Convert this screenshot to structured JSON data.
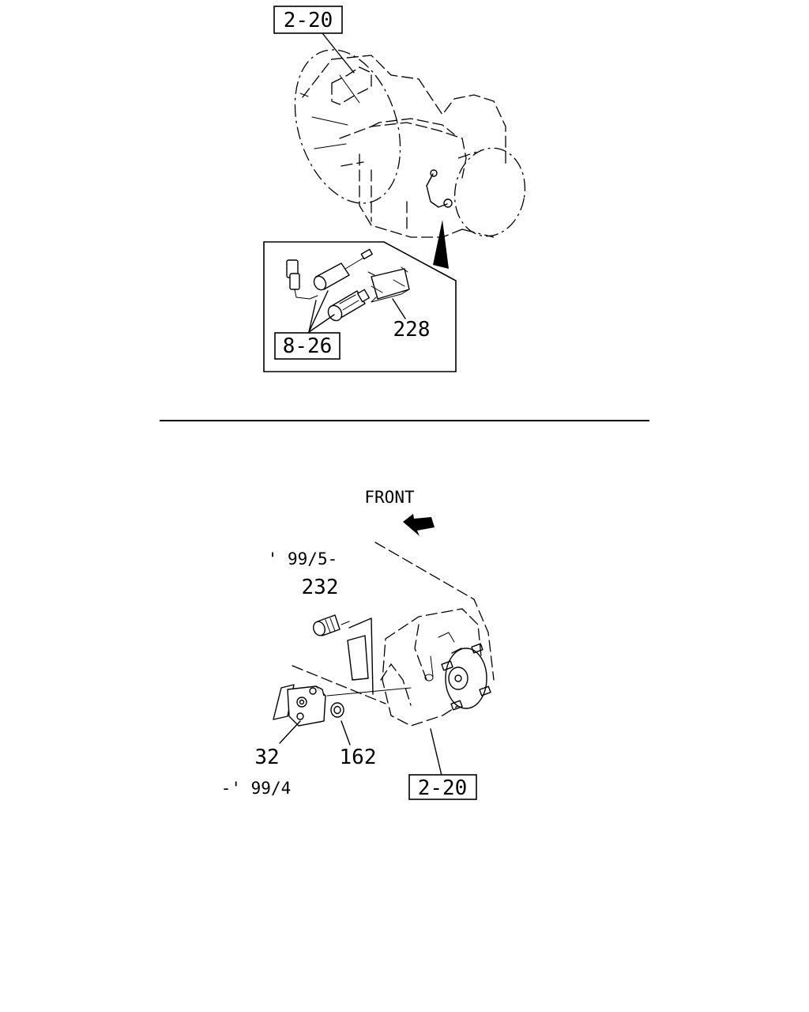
{
  "top_view": {
    "ref_assembly": "2-20",
    "ref_switch_group": "8-26",
    "part_bracket": "228"
  },
  "bottom_view": {
    "direction_label": "FRONT",
    "date_from": "' 99/5-",
    "part_sensor": "232",
    "part_speedometer_unit": "32",
    "date_until": "-' 99/4",
    "part_nut": "162",
    "ref_assembly": "2-20"
  },
  "colors": {
    "line": "#000000",
    "background": "#ffffff"
  }
}
